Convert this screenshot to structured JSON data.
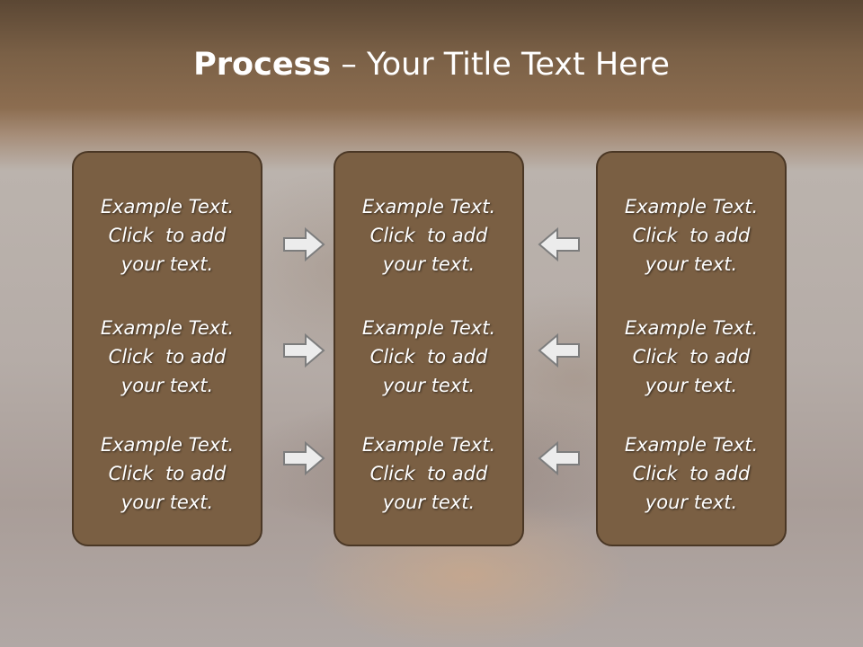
{
  "title": {
    "bold": "Process",
    "rest": " – Your Title Text Here"
  },
  "columns": [
    {
      "blocks": [
        {
          "line1": "Example Text.",
          "line2": "Click  to add",
          "line3": "your text."
        },
        {
          "line1": "Example Text.",
          "line2": "Click  to add",
          "line3": "your text."
        },
        {
          "line1": "Example Text.",
          "line2": "Click  to add",
          "line3": "your text."
        }
      ]
    },
    {
      "blocks": [
        {
          "line1": "Example Text.",
          "line2": "Click  to add",
          "line3": "your text."
        },
        {
          "line1": "Example Text.",
          "line2": "Click  to add",
          "line3": "your text."
        },
        {
          "line1": "Example Text.",
          "line2": "Click  to add",
          "line3": "your text."
        }
      ]
    },
    {
      "blocks": [
        {
          "line1": "Example Text.",
          "line2": "Click  to add",
          "line3": "your text."
        },
        {
          "line1": "Example Text.",
          "line2": "Click  to add",
          "line3": "your text."
        },
        {
          "line1": "Example Text.",
          "line2": "Click  to add",
          "line3": "your text."
        }
      ]
    }
  ],
  "arrows": {
    "left_group": "arrow-right-icon",
    "right_group": "arrow-left-icon"
  },
  "colors": {
    "panel_fill": "#7a5f43",
    "panel_border": "#4a3725",
    "arrow_fill": "#ececec",
    "arrow_stroke": "#7d7d7d"
  }
}
